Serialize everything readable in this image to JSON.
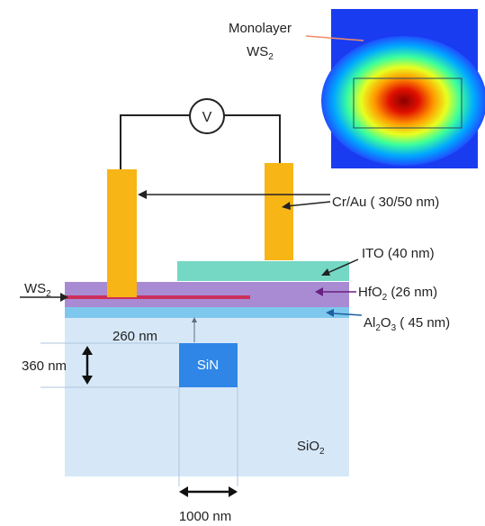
{
  "inset": {
    "label_line1": "Monolayer",
    "label_line2_main": "WS",
    "label_line2_sub": "2"
  },
  "voltmeter": {
    "symbol": "V"
  },
  "labels": {
    "electrode": "Cr/Au ( 30/50 nm)",
    "ito": "ITO (40 nm)",
    "hfo2_main": "HfO",
    "hfo2_sub": "2",
    "hfo2_rest": " (26 nm)",
    "al2o3_a": "Al",
    "al2o3_sub1": "2",
    "al2o3_b": "O",
    "al2o3_sub2": "3",
    "al2o3_rest": " ( 45 nm)",
    "ws2_main": "WS",
    "ws2_sub": "2",
    "gap": "260 nm",
    "height": "360 nm",
    "sin": "SiN",
    "sio2_main": "SiO",
    "sio2_sub": "2",
    "width": "1000 nm"
  },
  "colors": {
    "substrate": "#d6e8f8",
    "al2o3": "#7ec8ee",
    "hfo2": "#a98bd3",
    "ws2": "#cc2f5a",
    "ito": "#74d8c4",
    "electrode": "#f7b516",
    "sin": "#2f86e6"
  }
}
